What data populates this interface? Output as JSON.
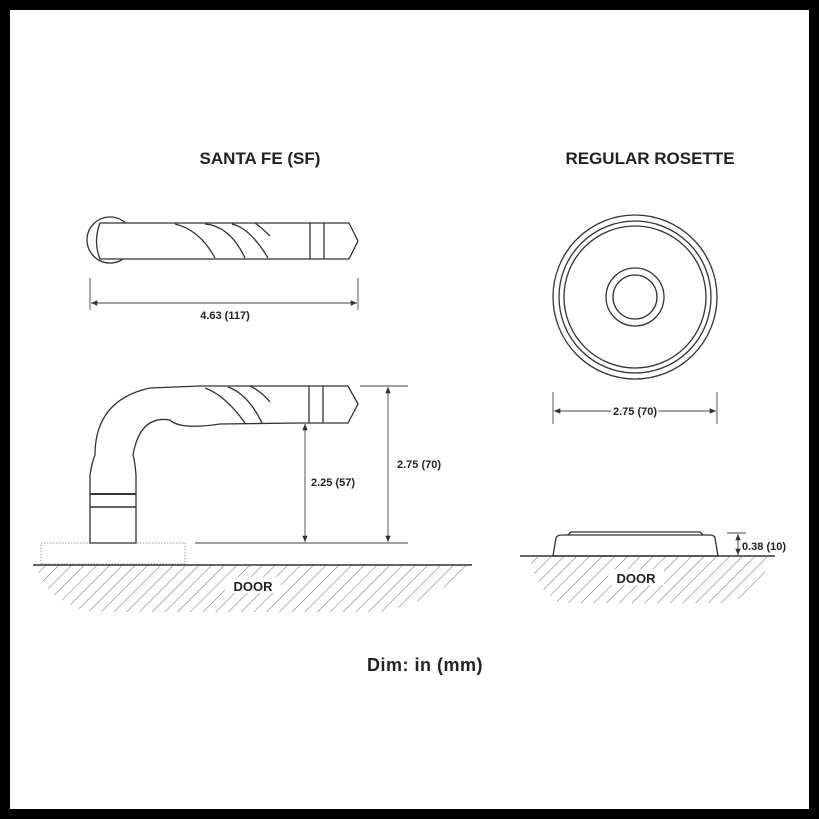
{
  "handle": {
    "title": "SANTA FE (SF)",
    "length_label": "4.63 (117)",
    "projection_label": "2.25 (57)",
    "height_label": "2.75 (70)",
    "door_label": "DOOR"
  },
  "rosette": {
    "title": "REGULAR ROSETTE",
    "diameter_label": "2.75 (70)",
    "thickness_label": "0.38 (10)",
    "door_label": "DOOR"
  },
  "units_note": "Dim: in (mm)"
}
